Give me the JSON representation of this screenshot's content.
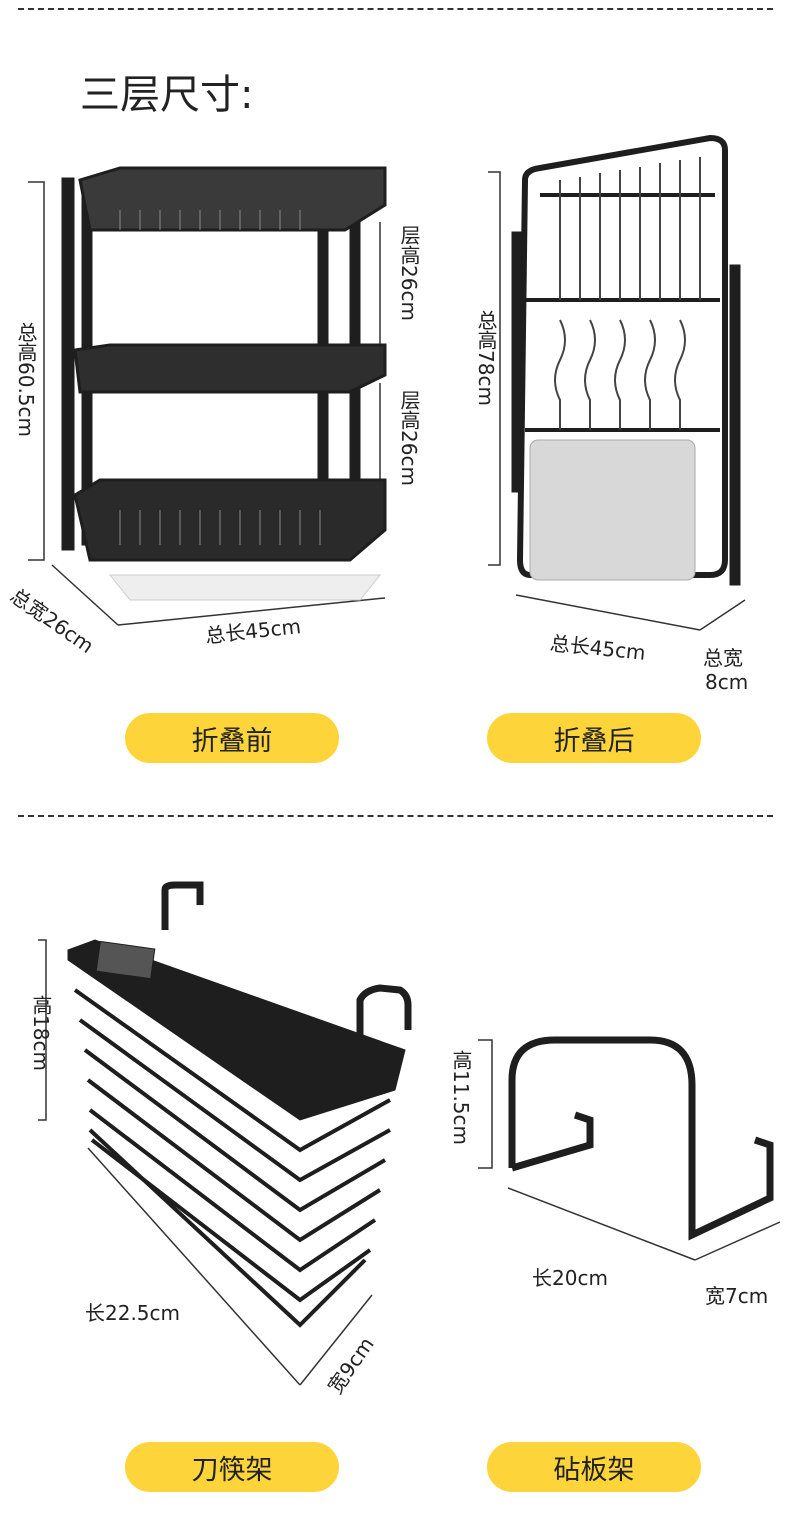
{
  "title": "三层尺寸:",
  "unfolded": {
    "total_height": "总高60.5cm",
    "tier_height_1": "层高26cm",
    "tier_height_2": "层高26cm",
    "total_width": "总宽26cm",
    "total_length": "总长45cm",
    "caption": "折叠前"
  },
  "folded": {
    "total_height": "总高78cm",
    "total_length": "总长45cm",
    "total_width_label": "总宽",
    "total_width_value": "8cm",
    "caption": "折叠后"
  },
  "knife_holder": {
    "height": "高18cm",
    "length": "长22.5cm",
    "width": "宽9cm",
    "caption": "刀筷架"
  },
  "board_rack": {
    "height": "高11.5cm",
    "length": "长20cm",
    "width": "宽7cm",
    "caption": "砧板架"
  },
  "colors": {
    "accent": "#fdd53a",
    "product": "#1e1e1e"
  }
}
